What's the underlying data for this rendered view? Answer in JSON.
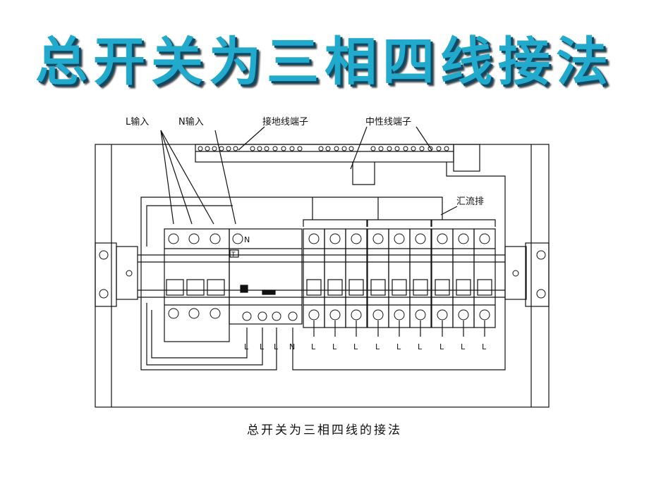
{
  "title": "总开关为三相四线接法",
  "caption": "总开关为三相四线的接法",
  "labels": {
    "l_input": "L输入",
    "n_input": "N输入",
    "ground_terminal": "接地线端子",
    "neutral_terminal": "中性线端子",
    "busbar": "汇流排",
    "n_mark": "N",
    "l_mark": "L",
    "t_mark": "T"
  },
  "bottom_terminal_labels": [
    "L",
    "L",
    "L",
    "N"
  ],
  "branch_outputs": [
    "L",
    "L",
    "L",
    "L",
    "L",
    "L",
    "L",
    "L",
    "L"
  ],
  "colors": {
    "title_fill": "#22aacc",
    "title_shadow": "#0a4a66",
    "line": "#111111"
  }
}
